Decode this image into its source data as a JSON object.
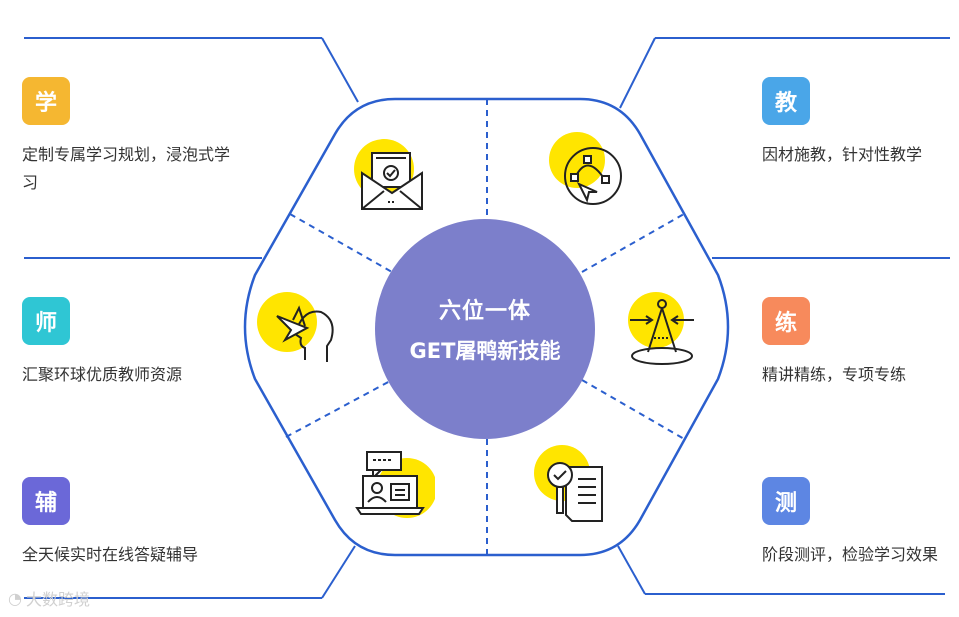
{
  "center": {
    "line1": "六位一体",
    "line2": "GET屠鸭新技能"
  },
  "left": [
    {
      "badge": "学",
      "color": "#f5b731",
      "desc": "定制专属学习规划，浸泡式学习"
    },
    {
      "badge": "师",
      "color": "#2fc6d4",
      "desc": "汇聚环球优质教师资源"
    },
    {
      "badge": "辅",
      "color": "#6b68d8",
      "desc": "全天候实时在线答疑辅导"
    }
  ],
  "right": [
    {
      "badge": "教",
      "color": "#4aa6e8",
      "desc": "因材施教，针对性教学"
    },
    {
      "badge": "练",
      "color": "#f78a5c",
      "desc": "精讲精练，专项专练"
    },
    {
      "badge": "测",
      "color": "#5d86e3",
      "desc": "阶段测评，检验学习效果"
    }
  ],
  "icons": [
    "envelope-check-icon",
    "vector-design-icon",
    "mind-bird-icon",
    "compass-target-icon",
    "laptop-chat-icon",
    "document-search-icon"
  ],
  "colors": {
    "line": "#2b5fce",
    "accent_circle": "#ffe500",
    "center_fill": "#7c7fcb"
  },
  "watermark": "大数跨境"
}
